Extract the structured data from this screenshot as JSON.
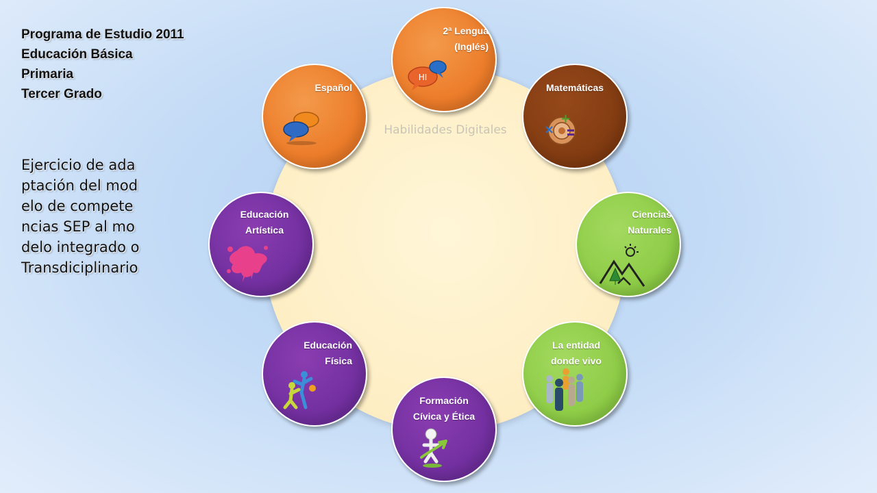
{
  "title": {
    "lines": [
      "Programa de Estudio 2011",
      "Educación Básica",
      "Primaria",
      "Tercer Grado"
    ]
  },
  "exercise_text": "Ejercicio de adaptación del modelo de competencias SEP al modelo integrado o Transdiciplinario",
  "center_label": "Habilidades Digitales",
  "subjects": {
    "lengua": {
      "lines": [
        "2ª  Lengua",
        "(Inglés)"
      ],
      "icon": "speech-bubbles-hi-icon",
      "color": "#ED7D31"
    },
    "espanol": {
      "lines": [
        "Español"
      ],
      "icon": "speech-bubbles-icon",
      "color": "#ED7D31"
    },
    "matematicas": {
      "lines": [
        "Matemáticas"
      ],
      "icon": "math-operators-icon",
      "color": "#843C0C"
    },
    "artistica": {
      "lines": [
        "Educación",
        "Artística"
      ],
      "icon": "paint-splash-icon",
      "color": "#7030A0"
    },
    "ciencias": {
      "lines": [
        "Ciencias",
        "Naturales"
      ],
      "icon": "mountains-sun-icon",
      "color": "#92D050"
    },
    "fisica": {
      "lines": [
        "Educación",
        "Física"
      ],
      "icon": "dancers-icon",
      "color": "#7030A0"
    },
    "entidad": {
      "lines": [
        "La entidad",
        "donde vivo"
      ],
      "icon": "people-group-icon",
      "color": "#92D050"
    },
    "civica": {
      "lines": [
        "Formación",
        "Cívica y Ética"
      ],
      "icon": "figure-arrow-icon",
      "color": "#7030A0"
    }
  }
}
